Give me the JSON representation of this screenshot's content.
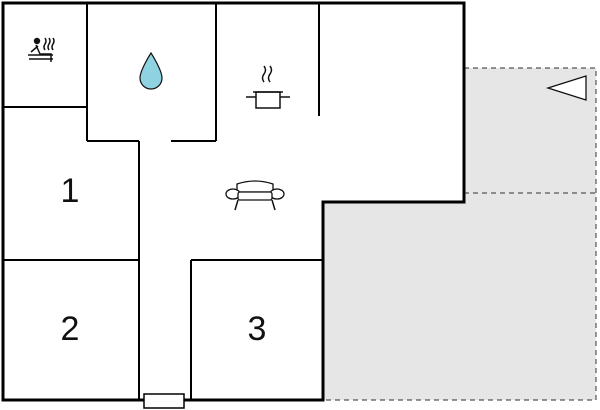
{
  "rooms": [
    {
      "id": "bedroom-1",
      "label": "1"
    },
    {
      "id": "bedroom-2",
      "label": "2"
    },
    {
      "id": "bedroom-3",
      "label": "3"
    }
  ],
  "icons": {
    "sauna": "sauna-icon",
    "bathroom": "water-drop-icon",
    "kitchen": "cooking-pot-icon",
    "living": "sofa-icon",
    "terrace": "direction-triangle-icon"
  },
  "colors": {
    "wall": "#000000",
    "terrace_fill": "#e6e6e6",
    "terrace_border": "#555555",
    "water_drop": "#8fd3e3"
  }
}
